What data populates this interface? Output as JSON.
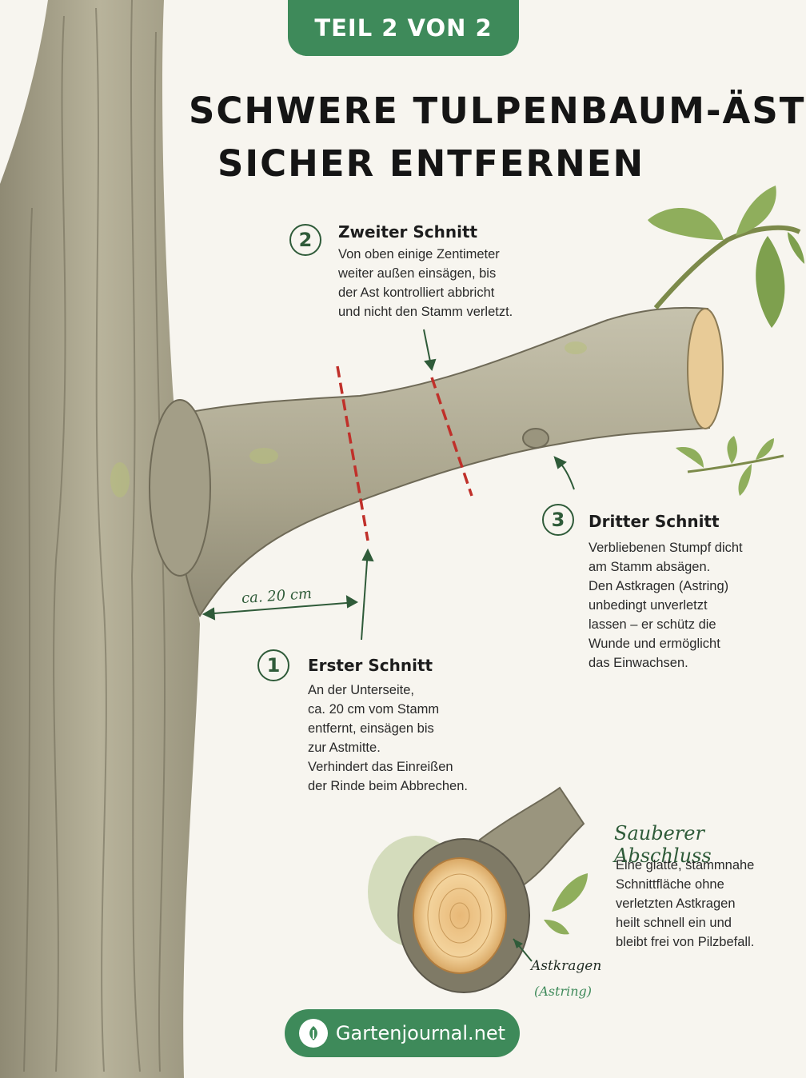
{
  "badge": "TEIL 2 VON 2",
  "title": {
    "line1": "SCHWERE TULPENBAUM-ÄSTE",
    "line2": "SICHER ENTFERNEN"
  },
  "measure_label": "ca. 20 cm",
  "steps": [
    {
      "number": "1",
      "title": "Erster Schnitt",
      "text": "An der Unterseite,\nca. 20 cm vom Stamm\nentfernt, einsägen bis\nzur Astmitte.\nVerhindert das Einreißen\nder Rinde beim Abbrechen."
    },
    {
      "number": "2",
      "title": "Zweiter Schnitt",
      "text": "Von oben einige Zentimeter\nweiter außen einsägen, bis\nder Ast kontrolliert abbricht\nund nicht den Stamm verletzt."
    },
    {
      "number": "3",
      "title": "Dritter Schnitt",
      "text": "Verbliebenen Stumpf dicht\nam Stamm absägen.\nDen Astkragen (Astring)\nunbedingt unverletzt\nlassen – er schütz die\nWunde und ermöglicht\ndas Einwachsen."
    }
  ],
  "finish": {
    "title": "Sauberer Abschluss",
    "text": "Eine glatte, stammnahe\nSchnittfläche ohne\nverletzten Astkragen\nheilt schnell ein und\nbleibt frei von Pilzbefall.",
    "label": "Astkragen",
    "sublabel": "(Astring)"
  },
  "footer": "Gartenjournal.net",
  "colors": {
    "accent": "#3e8a5a",
    "cut_line": "#c0302a",
    "background": "#f7f5ef"
  }
}
